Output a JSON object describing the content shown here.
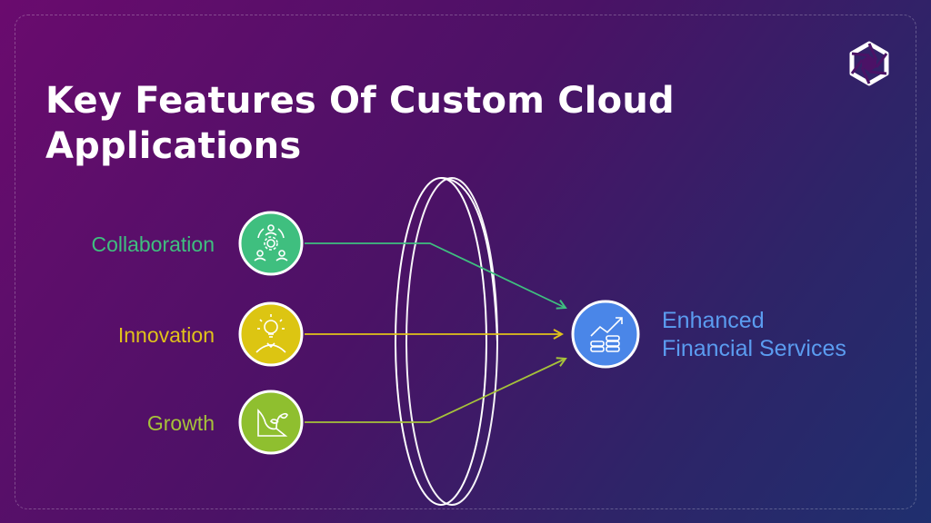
{
  "title": {
    "line1": "Key Features Of Custom Cloud",
    "line2": "Applications"
  },
  "inputs": [
    {
      "label": "Collaboration",
      "icon": "team-gear-icon",
      "color": "#3fbf7f"
    },
    {
      "label": "Innovation",
      "icon": "lightbulb-person-icon",
      "color": "#e0c21a"
    },
    {
      "label": "Growth",
      "icon": "plant-growth-icon",
      "color": "#8fbf2f"
    }
  ],
  "output": {
    "line1": "Enhanced",
    "line2": "Financial Services",
    "icon": "coins-trend-icon",
    "color": "#4a86e8"
  },
  "logo": {
    "icon": "brand-logo-icon"
  }
}
